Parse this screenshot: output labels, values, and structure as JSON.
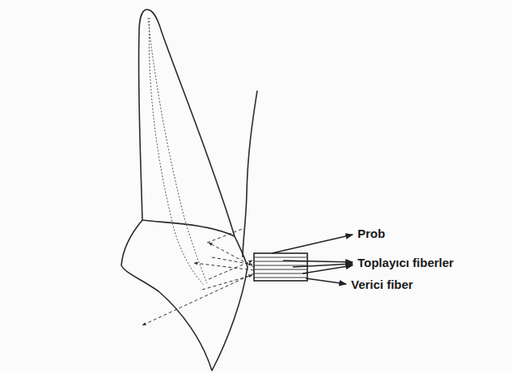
{
  "diagram": {
    "labels": [
      "Prob",
      "Toplayıcı fiberler",
      "Verici fiber"
    ]
  }
}
